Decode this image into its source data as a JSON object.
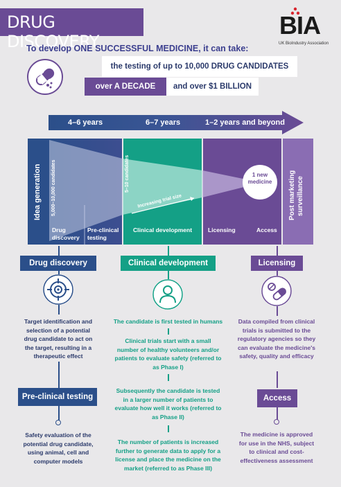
{
  "header": {
    "title": "DRUG DISCOVERY",
    "logo_text": "BIA",
    "logo_sub": "UK BioIndustry Association"
  },
  "intro": {
    "text_pre": "To develop ",
    "text_strong": "ONE SUCCESSFUL MEDICINE",
    "text_post": ", it can take:",
    "candidates": "the testing of up to 10,000 DRUG CANDIDATES",
    "decade": "over A DECADE",
    "billion": "and over $1 BILLION"
  },
  "timeline": {
    "phase1": "4–6 years",
    "phase2": "6–7 years",
    "phase3": "1–2 years and beyond"
  },
  "diagram": {
    "idea": "Idea generation",
    "candidates_5000": "5,000–10,000 candidates",
    "candidates_5_10": "5–10 candidates",
    "trial_size": "Increasing trial size",
    "new_medicine_1": "1 new",
    "new_medicine_2": "medicine",
    "drug_discovery_1": "Drug",
    "drug_discovery_2": "discovery",
    "preclinical_1": "Pre-clinical",
    "preclinical_2": "testing",
    "clinical": "Clinical development",
    "licensing": "Licensing",
    "access": "Access",
    "post_1": "Post marketing",
    "post_2": "surveillance"
  },
  "columns": {
    "drug_discovery": {
      "heading": "Drug discovery",
      "text": "Target identification and selection of a potential drug candidate to act on the target, resulting in a therapeutic effect",
      "sub_heading": "Pre-clinical testing",
      "sub_text": "Safety evaluation of the potential drug candidate, using animal, cell and computer models"
    },
    "clinical": {
      "heading": "Clinical development",
      "p1": "The candidate is first tested in humans",
      "p2": "Clinical trials start with a small number of healthy volunteers and/or patients to evaluate safety (referred to as Phase I)",
      "p3": "Subsequently the candidate is tested in a larger number of patients to evaluate how well it works (referred to as Phase II)",
      "p4": "The number of patients is increased further to generate data to apply for a license and place the medicine on the market (referred to as Phase III)"
    },
    "licensing": {
      "heading": "Licensing",
      "text": "Data compiled from clinical trials is submitted to the regulatory agencies so they can evaluate the medicine's safety, quality and efficacy",
      "sub_heading": "Access",
      "sub_text": "The medicine is approved for use in the NHS, subject to clinical and cost-effectiveness assessment"
    }
  },
  "colors": {
    "purple": "#6a4b95",
    "navy": "#2b4f8a",
    "teal": "#14a086",
    "text_navy": "#2b3a6b"
  },
  "icons": [
    "pill-icon",
    "target-icon",
    "person-icon",
    "capsule-icon"
  ]
}
